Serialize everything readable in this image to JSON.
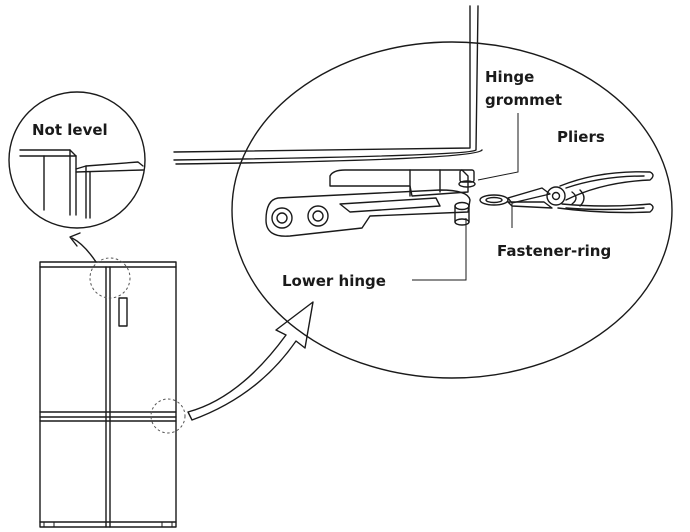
{
  "labels": {
    "not_level": "Not level",
    "hinge_grommet_line1": "Hinge",
    "hinge_grommet_line2": "grommet",
    "pliers": "Pliers",
    "fastener_ring": "Fastener-ring",
    "lower_hinge": "Lower hinge"
  }
}
